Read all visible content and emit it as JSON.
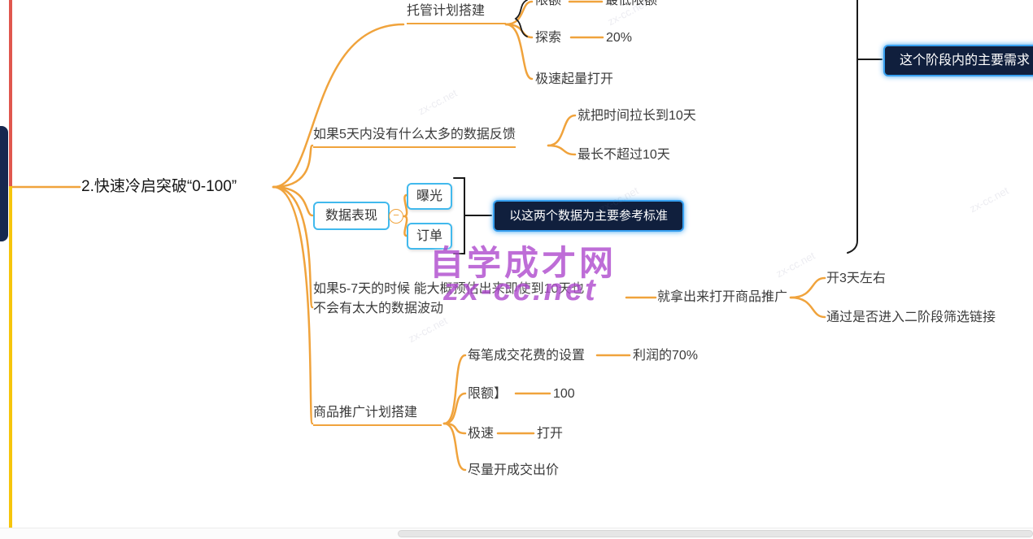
{
  "nodes": {
    "main": "2.快速冷启突破“0-100”",
    "hosting_plan": "托管计划搭建",
    "limit_cap": "限额",
    "min_limit": "最低限额",
    "explore": "探索",
    "explore_value": "20%",
    "fast_start": "极速起量打开",
    "no_feedback_5d": "如果5天内没有什么太多的数据反馈",
    "extend_10d": "就把时间拉长到10天",
    "max_10d": "最长不超过10天",
    "data_performance": "数据表现",
    "exposure": "曝光",
    "orders": "订单",
    "reference_standard": "以这两个数据为主要参考标准",
    "predict_5_7d": "如果5-7天的时候  能大概预估出来即使到10天也\n不会有太大的数据波动",
    "launch_product_promo": "就拿出来打开商品推广",
    "run_3_days": "开3天左右",
    "phase2_filter": "通过是否进入二阶段筛选链接",
    "product_promo_plan": "商品推广计划搭建",
    "cost_per_order": "每笔成交花费的设置",
    "profit_70": "利润的70%",
    "promo_limit": "限额】",
    "promo_limit_value": "100",
    "speed_mode": "极速",
    "speed_on": "打开",
    "best_bid": "尽量开成交出价",
    "stage_needs": "这个阶段内的主要需求"
  },
  "icons": {
    "collapse_minus": "−"
  },
  "watermark": {
    "brand": "自学成才网",
    "site": "zx-cc.net"
  },
  "colors": {
    "branch_orange": "#f0a33c",
    "node_border_blue": "#41b9ed",
    "dark_box_bg": "#101f3d",
    "dark_box_border": "#37a0f0",
    "bracket_black": "#1a1a1a",
    "line_red": "#e0574e",
    "line_yellow": "#f6c50b",
    "watermark_purple": "#b04ecf"
  }
}
